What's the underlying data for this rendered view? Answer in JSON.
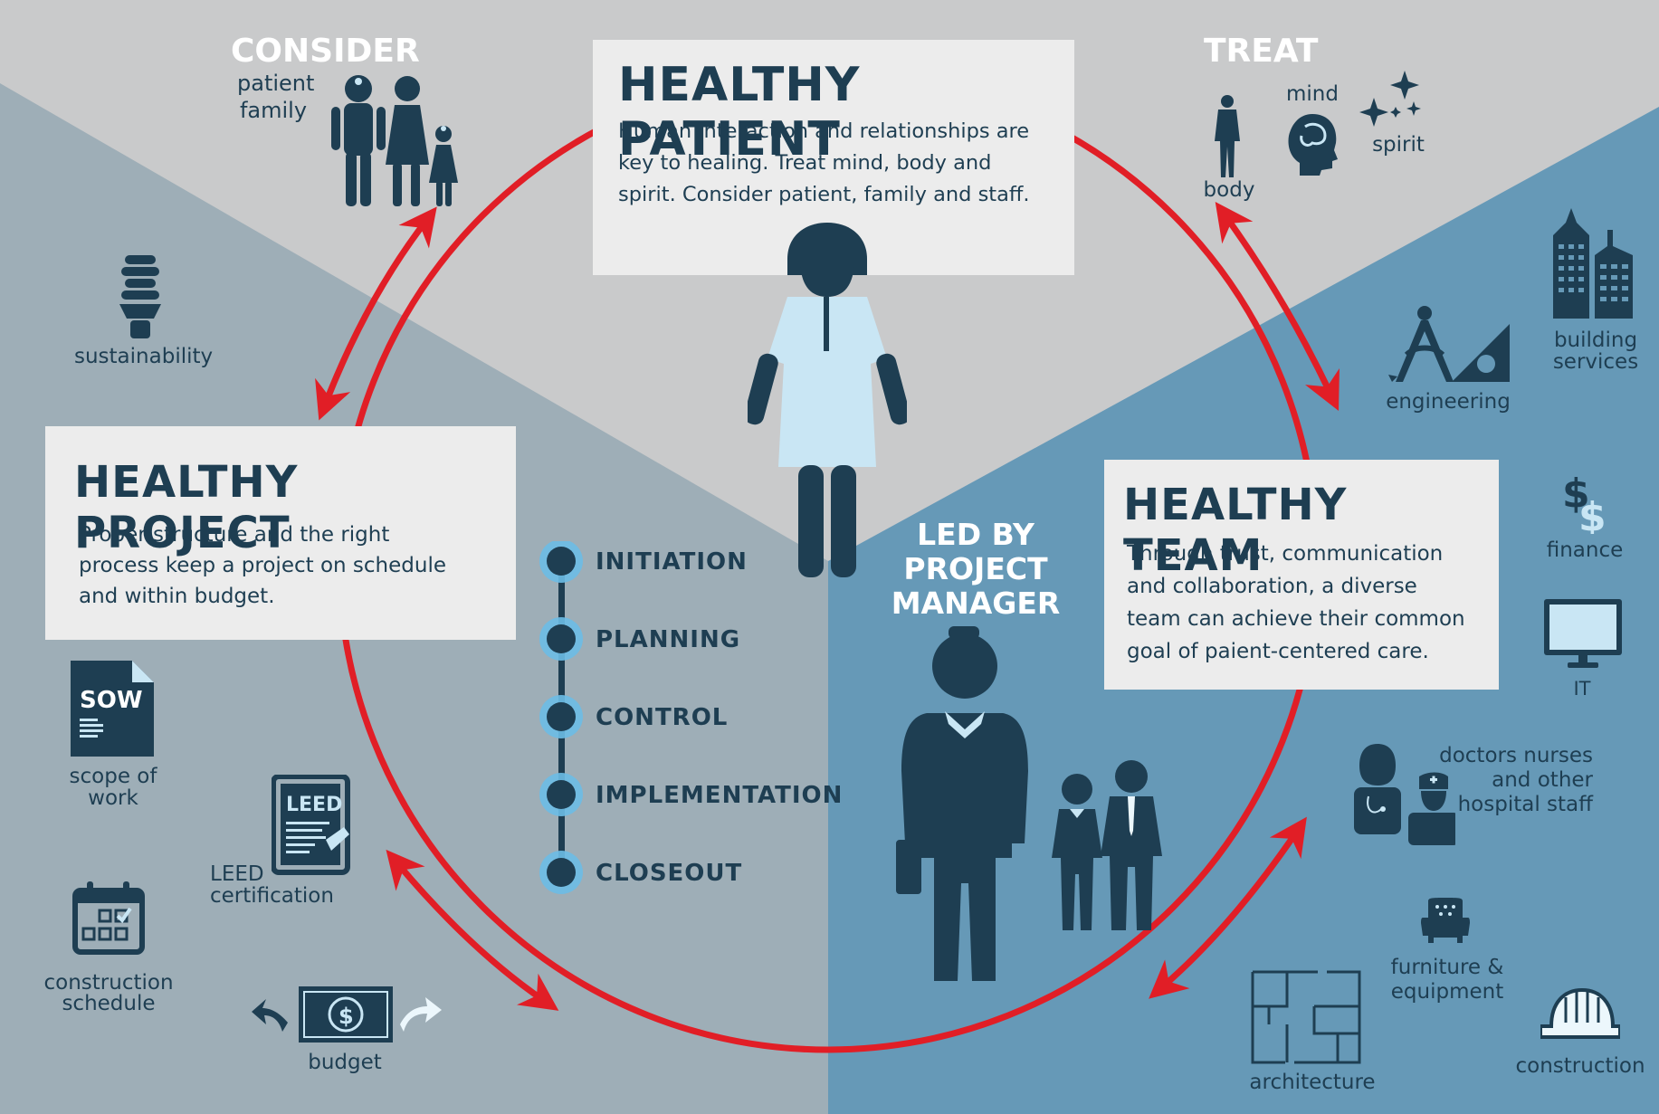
{
  "colors": {
    "background_top": "#c9cacb",
    "background_left": "#9eaeb7",
    "background_right": "#6699b7",
    "dark_navy": "#1e3e52",
    "red_arrow": "#e11e26",
    "light_blue": "#c9e6f4",
    "panel": "#ececec"
  },
  "sections": {
    "consider": {
      "title": "CONSIDER",
      "items": [
        "patient",
        "family"
      ]
    },
    "treat": {
      "title": "TREAT",
      "items": [
        "mind",
        "spirit",
        "body"
      ]
    }
  },
  "healthy_patient": {
    "title": "HEALTHY PATIENT",
    "body": [
      "Human interaction and relationships are",
      "key to healing. Treat mind, body and",
      "spirit. Consider patient, family and staff."
    ]
  },
  "healthy_project": {
    "title": "HEALTHY PROJECT",
    "body": [
      "Proper structure and the right",
      "process keep a project on schedule",
      "and within budget."
    ]
  },
  "healthy_team": {
    "title": "HEALTHY TEAM",
    "body": [
      "Through trust, communication",
      "and collaboration, a diverse",
      "team can achieve their common",
      "goal of paient-centered care."
    ]
  },
  "led_by": [
    "LED BY",
    "PROJECT",
    "MANAGER"
  ],
  "phases": [
    "INITIATION",
    "PLANNING",
    "CONTROL",
    "IMPLEMENTATION",
    "CLOSEOUT"
  ],
  "project_icons": {
    "sustainability": "sustainability",
    "sow_badge": "SOW",
    "scope": [
      "scope of",
      "work"
    ],
    "leed_badge": "LEED",
    "leed": [
      "LEED",
      "certification"
    ],
    "schedule": [
      "construction",
      "schedule"
    ],
    "budget": "budget"
  },
  "team_icons": {
    "building": [
      "building",
      "services"
    ],
    "engineering": "engineering",
    "finance": "finance",
    "it": "IT",
    "staff": [
      "doctors nurses",
      "and other",
      "hospital staff"
    ],
    "furniture": [
      "furniture &",
      "equipment"
    ],
    "architecture": "architecture",
    "construction": "construction"
  }
}
